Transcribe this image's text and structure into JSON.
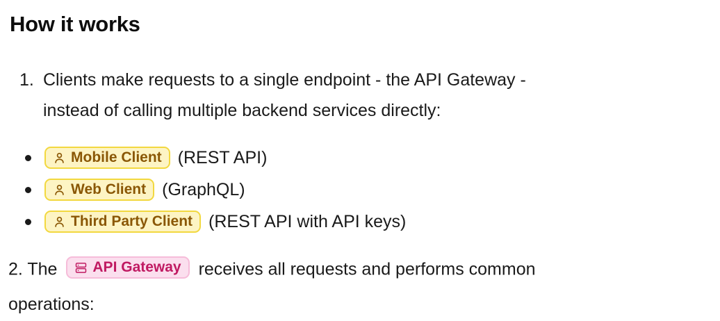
{
  "heading": "How it works",
  "steps": [
    {
      "marker": "1.",
      "line1": "Clients make requests to a single endpoint - the API Gateway -",
      "line2": "instead of calling multiple backend services directly:"
    }
  ],
  "client_list": [
    {
      "icon": "user-icon",
      "chip_label": "Mobile Client",
      "trailing": "(REST API)"
    },
    {
      "icon": "user-icon",
      "chip_label": "Web Client",
      "trailing": "(GraphQL)"
    },
    {
      "icon": "user-icon",
      "chip_label": "Third Party Client",
      "trailing": "(REST API with API keys)"
    }
  ],
  "step_two": {
    "marker_text": "2. The",
    "chip_icon": "server-stack-icon",
    "chip_label": "API Gateway",
    "text_after": "receives all requests and performs common",
    "text_line2": "operations:"
  },
  "colors": {
    "page_background": "#ffffff",
    "body_text": "#1a1a1a",
    "heading_text": "#0d0d0d",
    "chip_yellow_bg": "#fdf4c4",
    "chip_yellow_border": "#f2d83f",
    "chip_yellow_text": "#8a5705",
    "chip_pink_bg": "#fbdfee",
    "chip_pink_border": "#f6bcd9",
    "chip_pink_text": "#c01a62"
  }
}
